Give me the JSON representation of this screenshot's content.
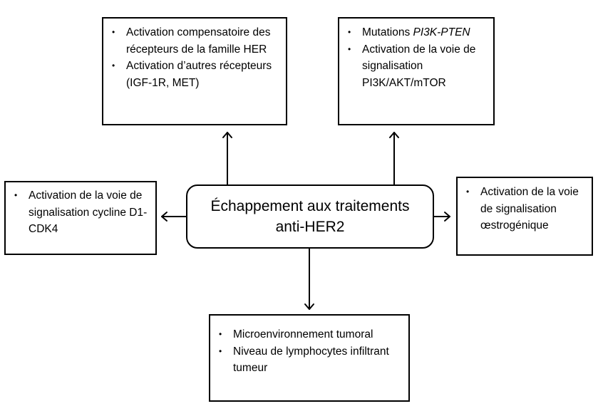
{
  "center": {
    "line1": "Échappement aux traitements",
    "line2": "anti-HER2"
  },
  "top_left_box": {
    "item1": "Activation compensatoire des récepteurs de la famille HER",
    "item2": "Activation d’autres récepteurs (IGF-1R, MET)"
  },
  "top_right_box": {
    "item1_prefix": "Mutations ",
    "item1_italic": "PI3K-PTEN",
    "item2": "Activation de la voie de signalisation PI3K/AKT/mTOR"
  },
  "left_box": {
    "item1": "Activation de la voie de signalisation cycline D1-CDK4"
  },
  "right_box": {
    "item1": "Activation de la voie de signalisation œstrogénique"
  },
  "bottom_box": {
    "item1": "Microenvironnement tumoral",
    "item2": "Niveau de lymphocytes infiltrant tumeur"
  }
}
